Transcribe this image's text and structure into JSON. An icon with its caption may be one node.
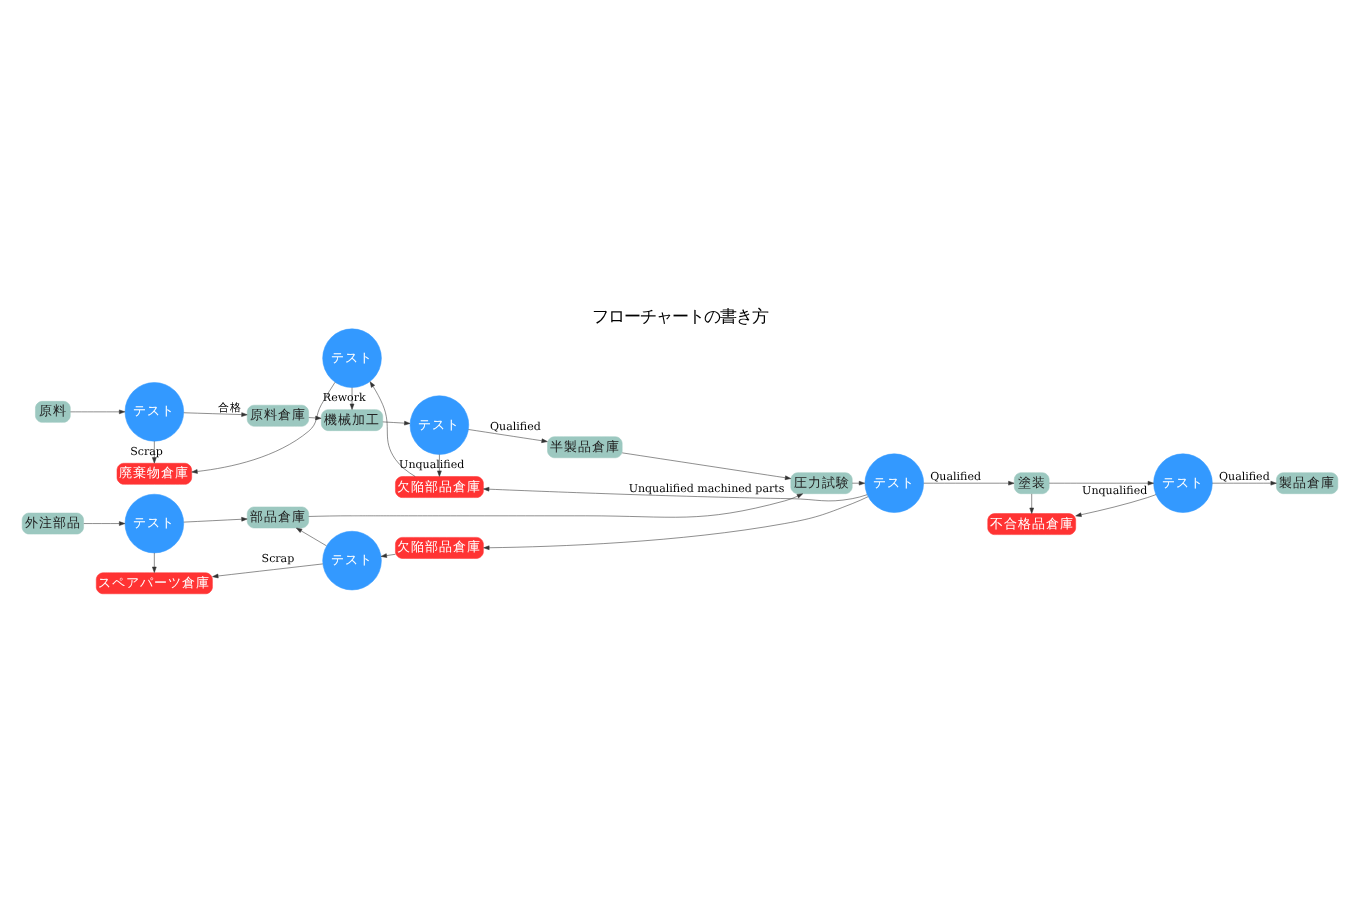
{
  "diagram": {
    "title": "フローチャートの書き方",
    "nodes": [
      {
        "text": [
          "原料"
        ]
      },
      {
        "text": [
          "テスト"
        ]
      },
      {
        "text": [
          "原料倉庫"
        ]
      },
      {
        "text": [
          "機械加工"
        ]
      },
      {
        "text": [
          "テスト"
        ]
      },
      {
        "text": [
          "半製品倉庫"
        ]
      },
      {
        "text": [
          "圧力試験"
        ]
      },
      {
        "text": [
          "テスト"
        ]
      },
      {
        "text": [
          "塗装"
        ]
      },
      {
        "text": [
          "テスト"
        ]
      },
      {
        "text": [
          "製品倉庫"
        ]
      },
      {
        "text": [
          "廃棄物倉庫"
        ]
      },
      {
        "text": [
          "テスト"
        ]
      },
      {
        "text": [
          "欠陥部品倉庫"
        ]
      },
      {
        "text": [
          "不合格品倉庫"
        ]
      },
      {
        "text": [
          "外注部品"
        ]
      },
      {
        "text": [
          "テスト"
        ]
      },
      {
        "text": [
          "部品倉庫"
        ]
      },
      {
        "text": [
          "テスト"
        ]
      },
      {
        "text": [
          "欠陥部品倉庫"
        ]
      },
      {
        "text": [
          "スペアパーツ倉庫"
        ]
      }
    ],
    "edges": [
      {
        "from": 0,
        "to": 1,
        "arrow": "to"
      },
      {
        "from": 1,
        "to": 2,
        "arrow": "to",
        "label": "合格"
      },
      {
        "from": 1,
        "to": 11,
        "arrow": "to",
        "label": "Scrap"
      },
      {
        "from": 2,
        "to": 3,
        "arrow": "to"
      },
      {
        "from": 3,
        "to": 4,
        "arrow": "to"
      },
      {
        "from": 4,
        "to": 5,
        "arrow": "to",
        "label": "Qualified"
      },
      {
        "from": 4,
        "to": 13,
        "arrow": "to",
        "label": "Unqualified"
      },
      {
        "from": 13,
        "to": 12,
        "arrow": "to"
      },
      {
        "from": 12,
        "to": 11,
        "arrow": "to"
      },
      {
        "from": 12,
        "to": 3,
        "arrow": "to",
        "label": "Rework"
      },
      {
        "from": 5,
        "to": 6,
        "arrow": "to"
      },
      {
        "from": 6,
        "to": 7,
        "arrow": "to"
      },
      {
        "from": 7,
        "to": 8,
        "arrow": "to",
        "label": "Qualified"
      },
      {
        "from": 7,
        "to": 13,
        "arrow": "to",
        "label": "Unqualified machined parts"
      },
      {
        "from": 8,
        "to": 14,
        "arrow": "to"
      },
      {
        "from": 8,
        "to": 9,
        "arrow": "to"
      },
      {
        "from": 9,
        "to": 10,
        "arrow": "to",
        "label": "Qualified"
      },
      {
        "from": 9,
        "to": 14,
        "arrow": "to",
        "label": "Unqualified"
      },
      {
        "from": 15,
        "to": 16,
        "arrow": "to"
      },
      {
        "from": 16,
        "to": 17,
        "arrow": "to"
      },
      {
        "from": 16,
        "to": 20,
        "arrow": "to"
      },
      {
        "from": 17,
        "to": 6,
        "arrow": "to"
      },
      {
        "from": 7,
        "to": 19,
        "arrow": "to"
      },
      {
        "from": 19,
        "to": 18,
        "arrow": "to"
      },
      {
        "from": 18,
        "to": 17,
        "arrow": "to"
      },
      {
        "from": 18,
        "to": 20,
        "arrow": "to",
        "label": "Scrap"
      }
    ]
  }
}
